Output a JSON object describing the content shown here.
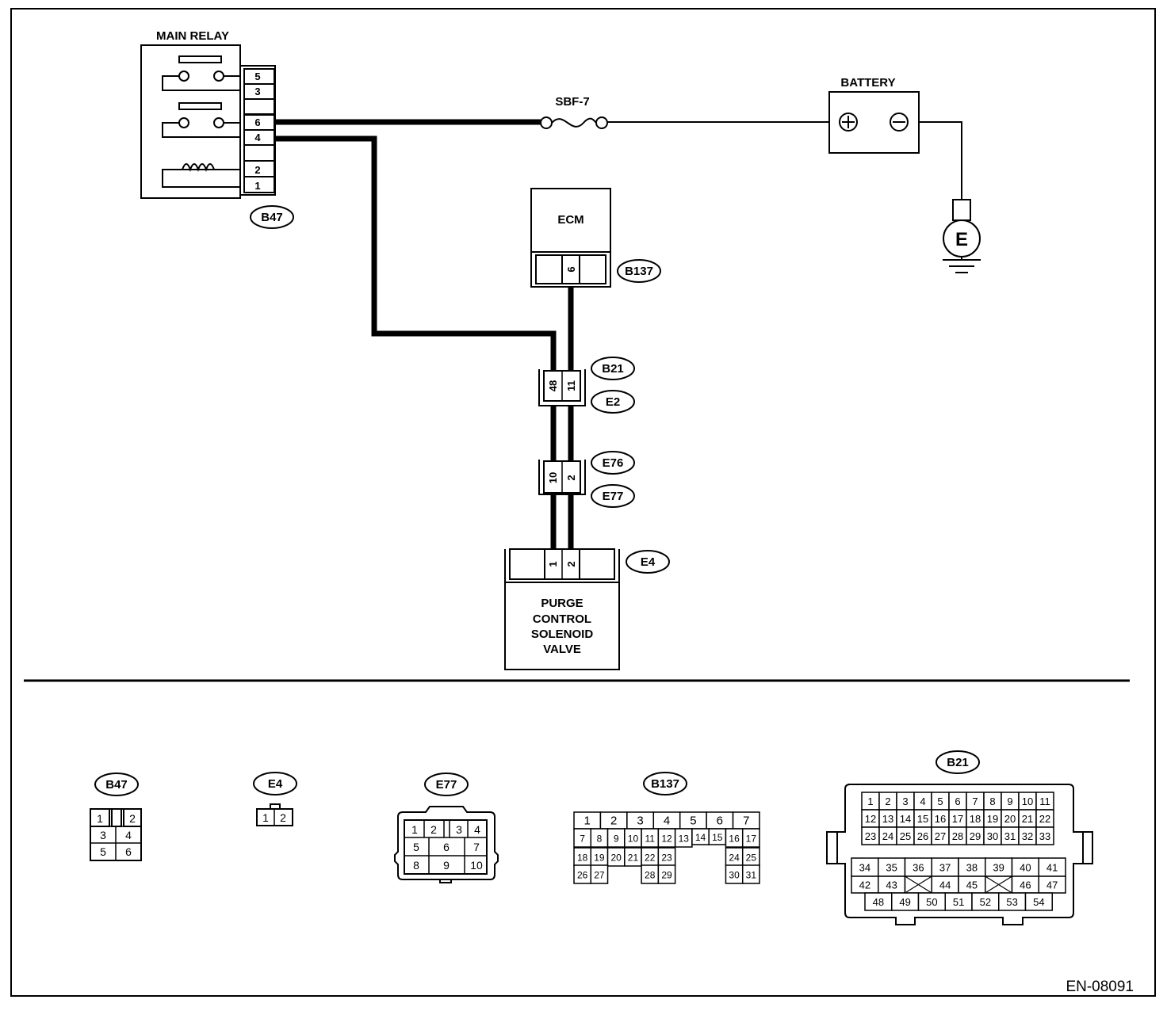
{
  "diagram": {
    "main_relay": {
      "title": "MAIN RELAY",
      "pins": [
        "5",
        "3",
        "6",
        "4",
        "2",
        "1"
      ],
      "connector": "B47"
    },
    "fuse": {
      "label": "SBF-7"
    },
    "battery": {
      "title": "BATTERY"
    },
    "ground": {
      "label": "E"
    },
    "ecm": {
      "title": "ECM",
      "pin": "6",
      "connector": "B137"
    },
    "junction_1": {
      "pins": [
        "48",
        "11"
      ],
      "connector_top": "B21",
      "connector_bottom": "E2"
    },
    "junction_2": {
      "pins": [
        "10",
        "2"
      ],
      "connector_top": "E76",
      "connector_bottom": "E77"
    },
    "purge_valve": {
      "pins": [
        "1",
        "2"
      ],
      "connector": "E4",
      "title_lines": [
        "PURGE",
        "CONTROL",
        "SOLENOID",
        "VALVE"
      ]
    },
    "figure_code": "EN-08091"
  },
  "connector_views": {
    "b47": {
      "name": "B47",
      "pins": [
        "1",
        "2",
        "3",
        "4",
        "5",
        "6"
      ]
    },
    "e4": {
      "name": "E4",
      "pins": [
        "1",
        "2"
      ]
    },
    "e77": {
      "name": "E77",
      "pins": [
        "1",
        "2",
        "3",
        "4",
        "5",
        "6",
        "7",
        "8",
        "9",
        "10"
      ]
    },
    "b137": {
      "name": "B137",
      "pins": [
        "1",
        "2",
        "3",
        "4",
        "5",
        "6",
        "7",
        "8",
        "9",
        "10",
        "11",
        "12",
        "13",
        "14",
        "15",
        "16",
        "17",
        "18",
        "19",
        "20",
        "21",
        "22",
        "23",
        "24",
        "25",
        "26",
        "27",
        "28",
        "29",
        "30",
        "31"
      ]
    },
    "b21": {
      "name": "B21",
      "pins": [
        "1",
        "2",
        "3",
        "4",
        "5",
        "6",
        "7",
        "8",
        "9",
        "10",
        "11",
        "12",
        "13",
        "14",
        "15",
        "16",
        "17",
        "18",
        "19",
        "20",
        "21",
        "22",
        "23",
        "24",
        "25",
        "26",
        "27",
        "28",
        "29",
        "30",
        "31",
        "32",
        "33",
        "34",
        "35",
        "36",
        "37",
        "38",
        "39",
        "40",
        "41",
        "42",
        "43",
        "44",
        "45",
        "46",
        "47",
        "48",
        "49",
        "50",
        "51",
        "52",
        "53",
        "54"
      ]
    }
  }
}
